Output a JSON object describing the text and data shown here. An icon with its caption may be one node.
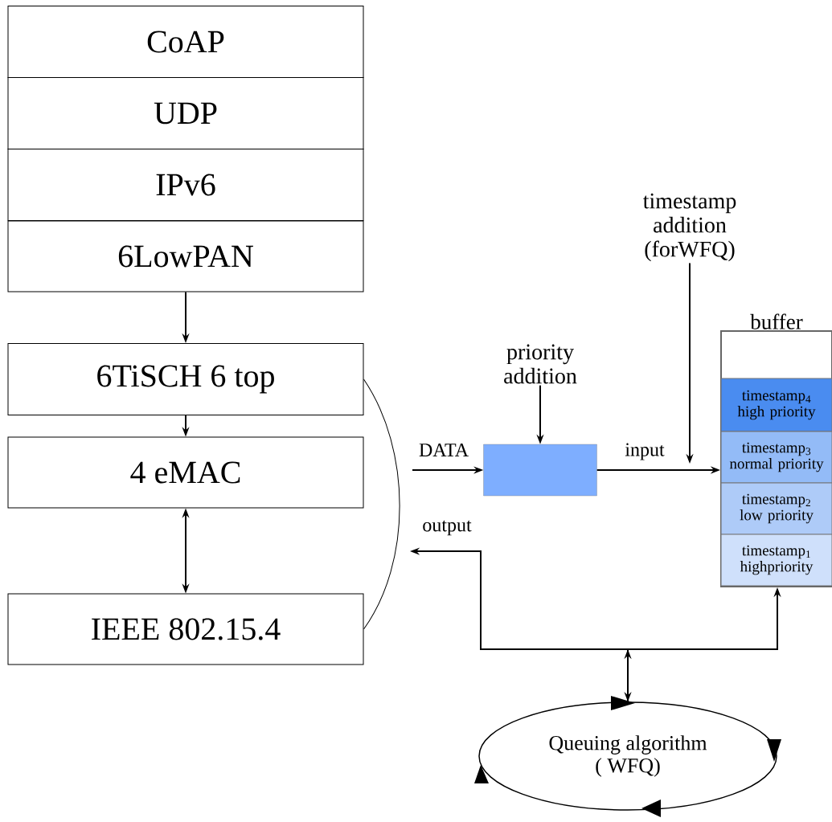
{
  "diagram": {
    "nodes": [
      {
        "text": [
          "CoAP"
        ]
      },
      {
        "text": [
          "UDP"
        ]
      },
      {
        "text": [
          "IPv6"
        ]
      },
      {
        "text": [
          "6LowPAN"
        ]
      },
      {
        "text": [
          "6TiSCH 6 top"
        ]
      },
      {
        "text": [
          "4 eMAC"
        ]
      },
      {
        "text": [
          "IEEE 802.15.4"
        ]
      },
      {
        "text": [
          "priority addition"
        ]
      },
      {
        "text": [],
        "shape": "box"
      },
      {
        "text": [
          "timestamp addition (forWFQ)"
        ]
      },
      {
        "text": [
          "buffer"
        ]
      },
      {
        "text": [
          "timestamp$_{4}$ high priority"
        ],
        "in": 10
      },
      {
        "text": [
          "timestamp$_{3}$ normal priority"
        ],
        "in": 10
      },
      {
        "text": [
          "timestamp$_{2}$ low priority"
        ],
        "in": 10
      },
      {
        "text": [
          "timestamp$_{1}$ highpriority"
        ],
        "in": 10
      },
      {
        "text": [
          "Queuing algorithm",
          "( WFQ)"
        ]
      }
    ],
    "edges": [
      {
        "from": 3,
        "to": 4,
        "arrow": "to"
      },
      {
        "from": 4,
        "to": 5,
        "arrow": "to"
      },
      {
        "from": 5,
        "to": 6,
        "arrow": "both"
      },
      {
        "from": 4,
        "to": 6,
        "arrow": "none"
      },
      {
        "from": null,
        "to": 8,
        "arrow": "to",
        "label": "DATA"
      },
      {
        "from": 7,
        "to": 8,
        "arrow": "to"
      },
      {
        "from": 8,
        "to": 10,
        "arrow": "to",
        "label": "input"
      },
      {
        "from": 9,
        "to": null,
        "arrow": "to"
      },
      {
        "from": 15,
        "to": 10,
        "arrow": "both"
      },
      {
        "from": 15,
        "to": null,
        "arrow": "to",
        "label": "output"
      }
    ]
  }
}
